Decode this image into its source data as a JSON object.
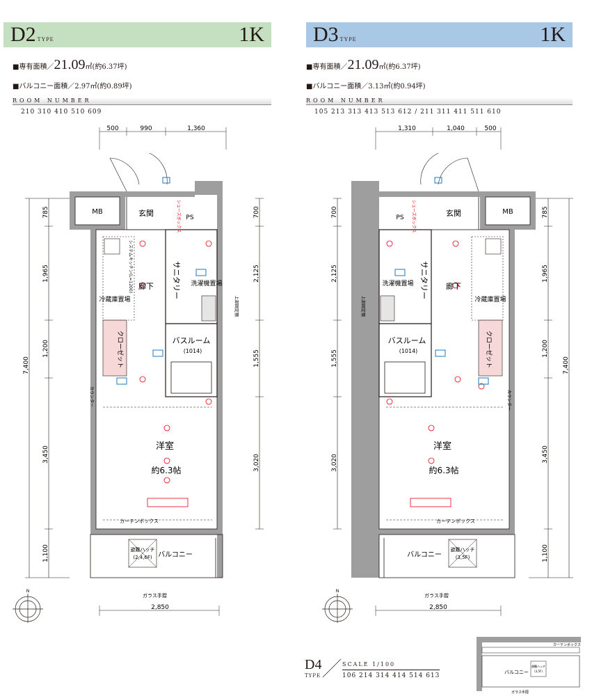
{
  "d2": {
    "type_code": "D2",
    "type_sub": "TYPE",
    "plan": "1K",
    "color": "#c5dfc1",
    "area_label": "■専有面積／",
    "area_value": "21.09",
    "area_unit": "㎡(約6.37坪)",
    "balcony": "■バルコニー面積／2.97㎡(約0.89坪)",
    "room_header": "ROOM NUMBER",
    "room_numbers": "210 310 410 510 609",
    "dims_top": [
      "500",
      "990",
      "1,360"
    ],
    "dims_left": [
      "785",
      "1,965",
      "1,200",
      "3,450",
      "1,100"
    ],
    "dims_left_total": "7,400",
    "dims_right": [
      "700",
      "2,125",
      "1,555",
      "3,020"
    ],
    "dim_bottom": "2,850",
    "labels": {
      "mb": "MB",
      "genkan": "玄関",
      "ps": "PS",
      "shoes": "シューズボックス",
      "sanitary": "サニタリー",
      "washer": "洗濯機置場",
      "rouka": "廊下",
      "fridge": "冷蔵庫置場",
      "closet": "クローゼット",
      "bath": "バスルーム",
      "bath_size": "(1014)",
      "room": "洋室",
      "room_size": "約6.3帖",
      "curtain": "カーテンボックス",
      "balcony": "バルコニー",
      "hatch": "避難ハッチ",
      "hatch_floor": "(2,4,6F)",
      "glass": "ガラス手摺",
      "counter": "カウンター",
      "upper_fixed": "上部固定棚",
      "system_kitchen": "システムキッチン(L=1200)"
    }
  },
  "d3": {
    "type_code": "D3",
    "type_sub": "TYPE",
    "plan": "1K",
    "color": "#a9c8e6",
    "area_label": "■専有面積／",
    "area_value": "21.09",
    "area_unit": "㎡(約6.37坪)",
    "balcony": "■バルコニー面積／3.13㎡(約0.94坪)",
    "room_header": "ROOM NUMBER",
    "room_numbers": "105 213 313 413 513 612 / 211 311 411 511 610",
    "dims_top": [
      "1,310",
      "1,040",
      "500"
    ],
    "dims_left": [
      "700",
      "2,125",
      "1,555",
      "3,020"
    ],
    "dims_right": [
      "785",
      "1,965",
      "1,200",
      "3,450",
      "1,100"
    ],
    "dims_right_total": "7,400",
    "dim_bottom": "2,850",
    "labels": {
      "mb": "MB",
      "genkan": "玄関",
      "ps": "PS",
      "shoes": "シューズボックス",
      "sanitary": "サニタリー",
      "washer": "洗濯機置場",
      "rouka": "廊下",
      "fridge": "冷蔵庫置場",
      "closet": "クローゼット",
      "bath": "バスルーム",
      "bath_size": "(1014)",
      "room": "洋室",
      "room_size": "約6.3帖",
      "curtain": "カーテンボックス",
      "balcony": "バルコニー",
      "hatch": "避難ハッチ",
      "hatch_floor": "(3,5F)",
      "glass": "ガラス手摺",
      "counter": "カウンター",
      "upper_fixed": "上部固定棚"
    }
  },
  "d4": {
    "type_code": "D4",
    "type_sub": "TYPE",
    "scale": "SCALE 1/100",
    "room_numbers": "106 214 314 414 514 613",
    "mini_curtain": "カーテンボックス",
    "mini_balcony": "バルコニー",
    "mini_hatch": "避難ハッチ",
    "mini_hatch_floor": "(3,5F)",
    "mini_glass": "ガラス手摺"
  },
  "north": "N"
}
